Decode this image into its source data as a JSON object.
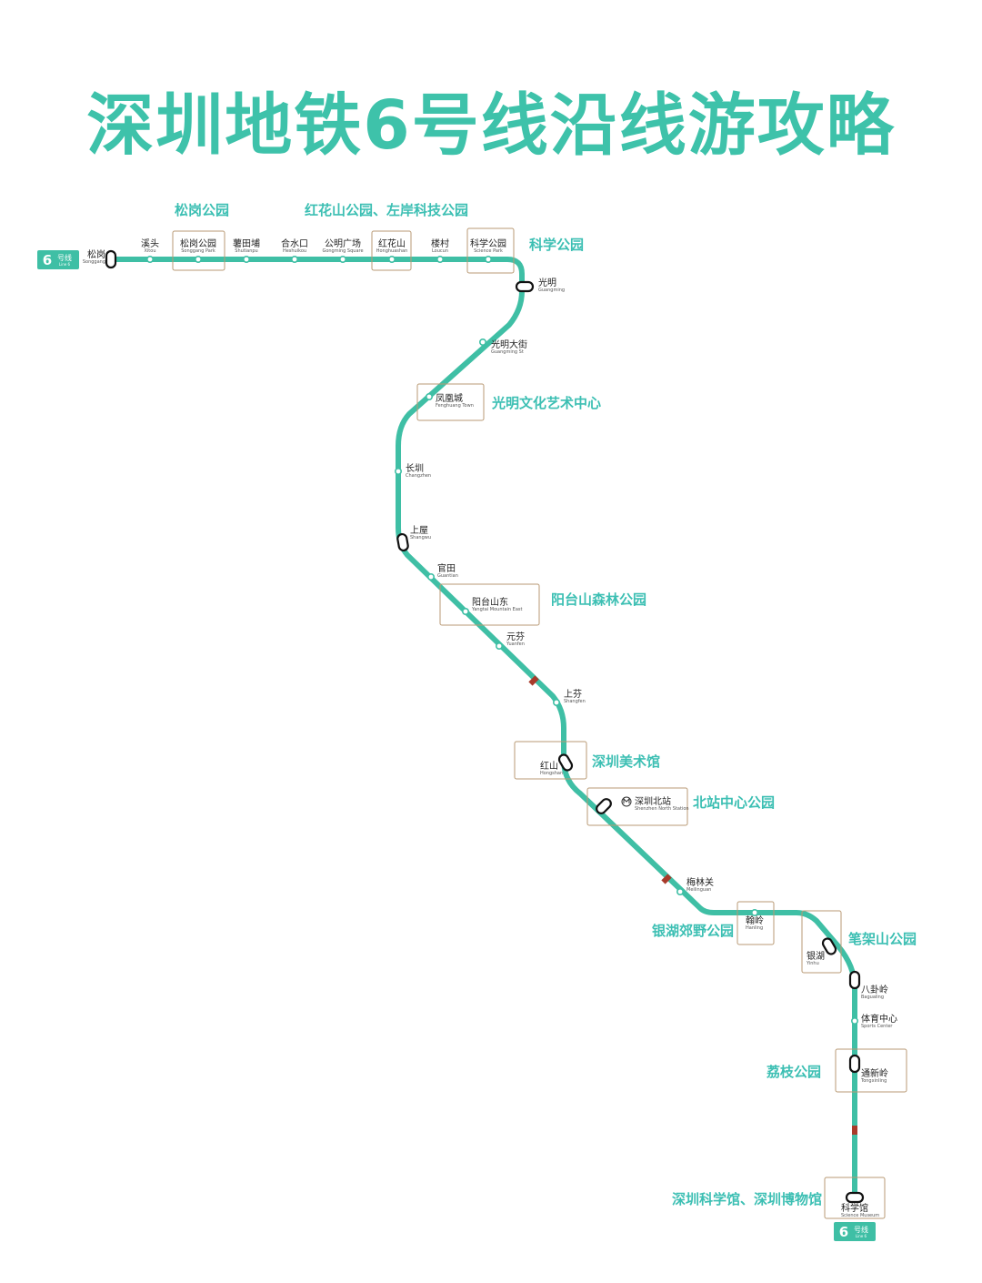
{
  "title": "深圳地铁6号线沿线游攻略",
  "colors": {
    "line": "#3fbfa5",
    "title": "#3ec2aa",
    "accent": "#3cbfb3",
    "box": "#b99a74",
    "closed": "#a83a2a"
  },
  "badge": {
    "number": "6",
    "line_cn": "号线",
    "line_en": "Line 6"
  },
  "metro_icon": "metro-logo-icon",
  "stations": [
    {
      "cn": "松岗",
      "en": "Songgang",
      "transfer": true
    },
    {
      "cn": "溪头",
      "en": "Xitou",
      "transfer": false
    },
    {
      "cn": "松岗公园",
      "en": "Songgang Park",
      "transfer": false
    },
    {
      "cn": "薯田埔",
      "en": "Shutianpu",
      "transfer": false
    },
    {
      "cn": "合水口",
      "en": "Heshuikou",
      "transfer": false
    },
    {
      "cn": "公明广场",
      "en": "Gongming Square",
      "transfer": false
    },
    {
      "cn": "红花山",
      "en": "Honghuashan",
      "transfer": false
    },
    {
      "cn": "楼村",
      "en": "Loucun",
      "transfer": false
    },
    {
      "cn": "科学公园",
      "en": "Science Park",
      "transfer": false
    },
    {
      "cn": "光明",
      "en": "Guangming",
      "transfer": true
    },
    {
      "cn": "光明大街",
      "en": "Guangming St",
      "transfer": false
    },
    {
      "cn": "凤凰城",
      "en": "Fenghuang Town",
      "transfer": false
    },
    {
      "cn": "长圳",
      "en": "Changzhen",
      "transfer": false
    },
    {
      "cn": "上屋",
      "en": "Shangwu",
      "transfer": true
    },
    {
      "cn": "官田",
      "en": "Guantian",
      "transfer": false
    },
    {
      "cn": "阳台山东",
      "en": "Yangtai Mountain East",
      "transfer": false
    },
    {
      "cn": "元芬",
      "en": "Yuanfen",
      "transfer": false
    },
    {
      "cn": "上芬",
      "en": "Shangfen",
      "transfer": false
    },
    {
      "cn": "红山",
      "en": "Hongshan",
      "transfer": true
    },
    {
      "cn": "深圳北站",
      "en": "Shenzhen North Station",
      "transfer": true
    },
    {
      "cn": "梅林关",
      "en": "Meilinguan",
      "transfer": false
    },
    {
      "cn": "翰岭",
      "en": "Hanling",
      "transfer": false
    },
    {
      "cn": "银湖",
      "en": "Yinhu",
      "transfer": true
    },
    {
      "cn": "八卦岭",
      "en": "Bagualing",
      "transfer": true
    },
    {
      "cn": "体育中心",
      "en": "Sports Center",
      "transfer": false
    },
    {
      "cn": "通新岭",
      "en": "Tongxinling",
      "transfer": true
    },
    {
      "cn": "科学馆",
      "en": "Science Museum",
      "transfer": true
    }
  ],
  "attractions": [
    {
      "name": "松岗公园",
      "station": "松岗公园"
    },
    {
      "name": "红花山公园、左岸科技公园",
      "station": "红花山"
    },
    {
      "name": "科学公园",
      "station": "科学公园"
    },
    {
      "name": "光明文化艺术中心",
      "station": "凤凰城"
    },
    {
      "name": "阳台山森林公园",
      "station": "阳台山东"
    },
    {
      "name": "深圳美术馆",
      "station": "红山"
    },
    {
      "name": "北站中心公园",
      "station": "深圳北站"
    },
    {
      "name": "银湖郊野公园",
      "station": "翰岭"
    },
    {
      "name": "笔架山公园",
      "station": "银湖"
    },
    {
      "name": "荔枝公园",
      "station": "通新岭"
    },
    {
      "name": "深圳科学馆、深圳博物馆",
      "station": "科学馆"
    }
  ]
}
